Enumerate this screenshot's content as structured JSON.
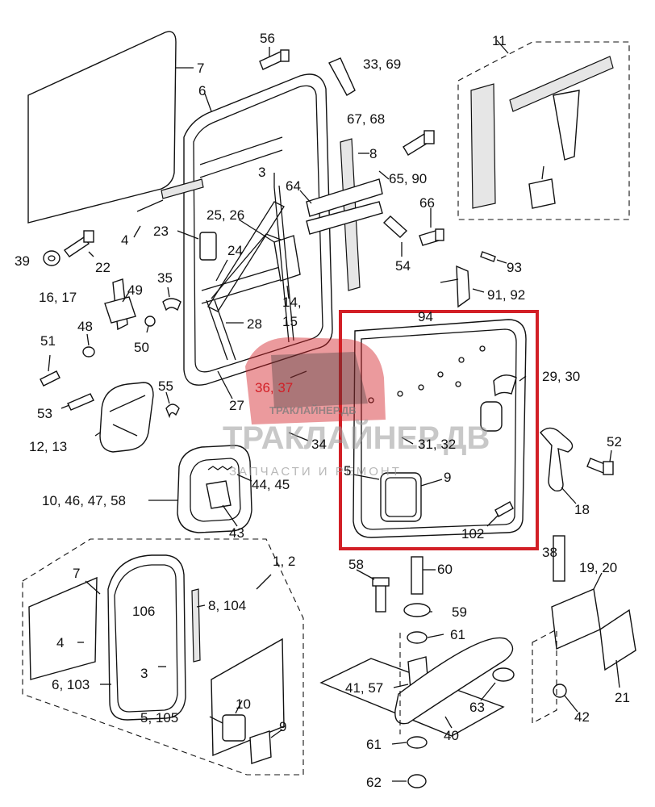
{
  "labels": {
    "l56": "56",
    "l7": "7",
    "l6": "6",
    "l33_69": "33, 69",
    "l11": "11",
    "l67_68": "67, 68",
    "l8": "8",
    "l3": "3",
    "l64": "64",
    "l65_90": "65, 90",
    "l66": "66",
    "l4": "4",
    "l23": "23",
    "l25_26": "25, 26",
    "l39": "39",
    "l22": "22",
    "l24": "24",
    "l54": "54",
    "l93": "93",
    "l16_17": "16, 17",
    "l49": "49",
    "l35": "35",
    "l14": "14,",
    "l15": "15",
    "l91_92": "91, 92",
    "l94": "94",
    "l48": "48",
    "l28": "28",
    "l50": "50",
    "l51": "51",
    "l29_30": "29, 30",
    "l36_37": "36, 37",
    "l55": "55",
    "l27": "27",
    "l53": "53",
    "l12_13": "12, 13",
    "l34": "34",
    "l31_32": "31, 32",
    "l52": "52",
    "l5": "5",
    "l9": "9",
    "l44_45": "44, 45",
    "l10_46_47_58": "10, 46, 47, 58",
    "l18": "18",
    "l43": "43",
    "l102": "102",
    "l1_2": "1, 2",
    "l58": "58",
    "l60": "60",
    "l38": "38",
    "l7b": "7",
    "l19_20": "19, 20",
    "l106": "106",
    "l8_104": "8, 104",
    "l59": "59",
    "l4b": "4",
    "l61": "61",
    "l3b": "3",
    "l6_103": "6, 103",
    "l41_57": "41, 57",
    "l63": "63",
    "l21": "21",
    "l10b": "10",
    "l42": "42",
    "l5_105": "5, 105",
    "l9b": "9",
    "l40": "40",
    "l61b": "61",
    "l62": "62"
  },
  "watermark": {
    "top": "ТРАКЛАЙНЕР.ДВ",
    "main": "ТРАКЛАЙНЕР.ДВ",
    "sub": "ЗАПЧАСТИ И РЕМОНТ"
  },
  "colors": {
    "highlight": "#d21f26",
    "watermark": "#9a9a9a"
  }
}
